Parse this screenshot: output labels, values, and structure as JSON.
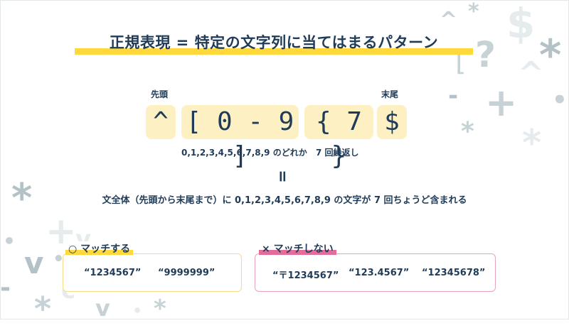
{
  "title": "正規表現 = 特定の文字列に当てはまるパターン",
  "tags": {
    "start": "先頭",
    "end": "末尾"
  },
  "tokens": [
    "^",
    "[ 0 - 9 ]",
    "{ 7 }",
    "$"
  ],
  "captions": {
    "charset": "0,1,2,3,4,5,6,7,8,9 のどれか",
    "repeat": "7 回繰返し"
  },
  "equals": "=",
  "summary": "文全体（先頭から末尾まで）に 0,1,2,3,4,5,6,7,8,9 の文字が 7 回ちょうど含まれる",
  "match": {
    "label": "○ マッチする",
    "examples": [
      "“1234567”",
      "“9999999”"
    ]
  },
  "nomatch": {
    "label": "× マッチしない",
    "examples": [
      "“〒1234567”",
      "“123.4567”",
      "“12345678”"
    ]
  },
  "colors": {
    "accent_yellow": "#ffd93b",
    "accent_pink": "#e36d98",
    "token_bg": "#fdf1c3",
    "text": "#1f3b57"
  }
}
